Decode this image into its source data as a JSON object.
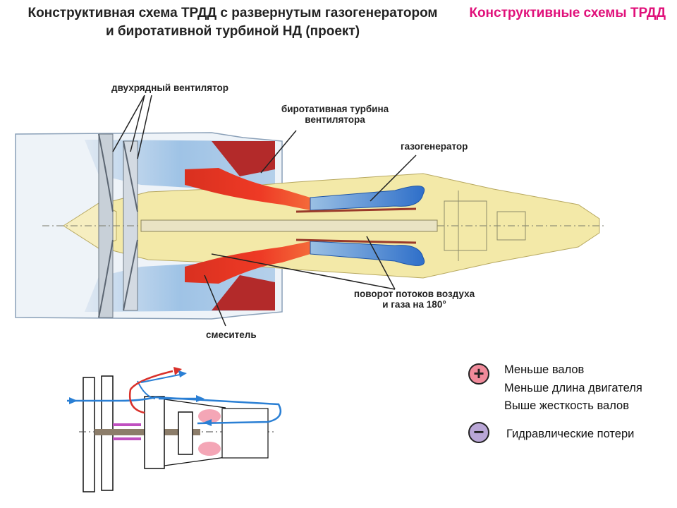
{
  "title": {
    "line1": "Конструктивная схема ТРДД с развернутым газогенератором",
    "line2": "и биротативной турбиной НД (проект)"
  },
  "section": "Конструктивные схемы ТРДД",
  "labels": {
    "fan": "двухрядный вентилятор",
    "turbine_line1": "биротативная турбина",
    "turbine_line2": "вентилятора",
    "gasgen": "газогенератор",
    "turn_line1": "поворот потоков воздуха",
    "turn_line2": "и газа на 180°",
    "mixer": "смеситель"
  },
  "pros": {
    "icon": "plus-icon",
    "items": [
      "Меньше валов",
      "Меньше длина двигателя",
      "Выше жесткость валов"
    ]
  },
  "cons": {
    "icon": "minus-icon",
    "items": [
      "Гидравлические потери"
    ]
  },
  "colors": {
    "section_title": "#e0107a",
    "plus_badge": "#f08a9a",
    "minus_badge": "#b9a6d6",
    "air_flow": "#4a90d9",
    "hot_flow": "#e53020",
    "casing": "#f3e9a8"
  }
}
